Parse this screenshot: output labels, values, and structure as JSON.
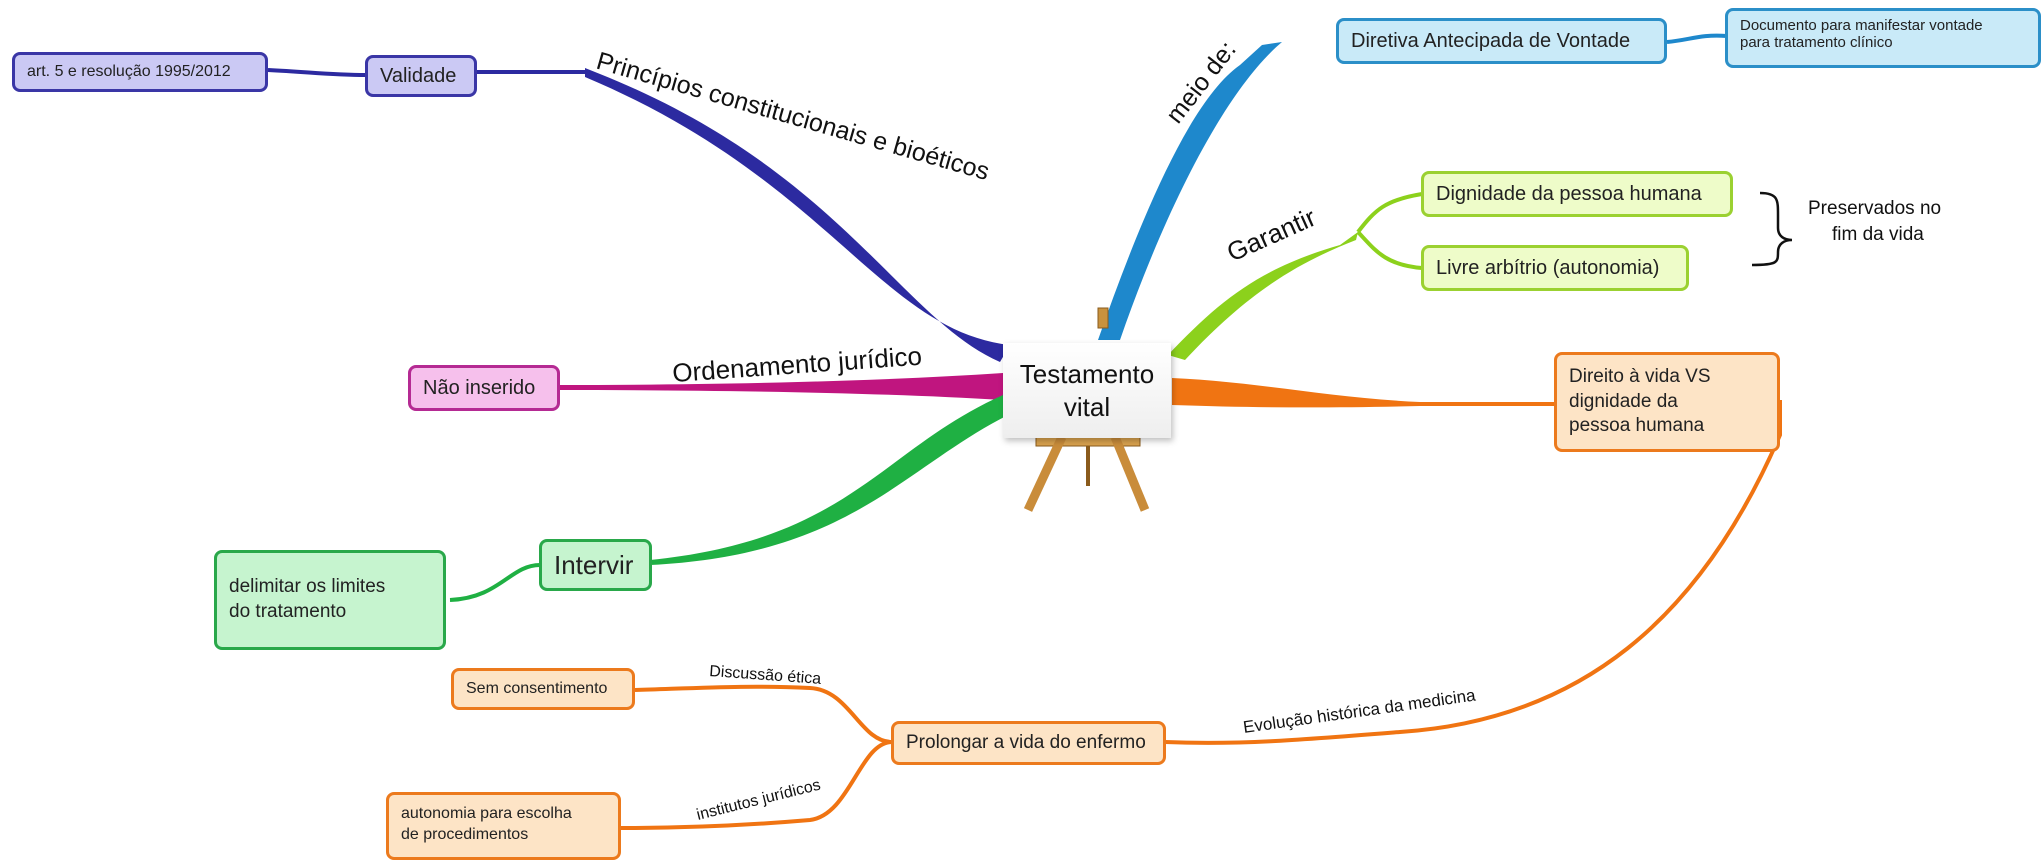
{
  "center": {
    "line1": "Testamento",
    "line2": "vital"
  },
  "branches": {
    "blue": {
      "label": "meio de:",
      "color": "#1e88cc"
    },
    "purple": {
      "label": "Princípios constitucionais e bioéticos",
      "color": "#2c2aa0"
    },
    "magenta": {
      "label": "Ordenamento jurídico",
      "color": "#c0157f"
    },
    "lime": {
      "label": "Garantir",
      "color": "#8cd11c"
    },
    "green": {
      "label": "Intervir",
      "color": "#1fb043"
    },
    "orange": {
      "label": "Evolução histórica da medicina",
      "color": "#f07412"
    }
  },
  "nodes": {
    "diretiva": "Diretiva Antecipada de Vontade",
    "documento_l1": "Documento para manifestar vontade",
    "documento_l2": "para tratamento clínico",
    "validade": "Validade",
    "art5": "art. 5 e resolução 1995/2012",
    "dignidade": "Dignidade da pessoa humana",
    "livre": "Livre arbítrio (autonomia)",
    "preservados_l1": "Preservados no",
    "preservados_l2": "fim da vida",
    "nao_inserido": "Não inserido",
    "direito_l1": "Direito à vida VS",
    "direito_l2": "dignidade da",
    "direito_l3": "pessoa humana",
    "delimitar_l1": "delimitar os limites",
    "delimitar_l2": "do tratamento",
    "prolongar": "Prolongar a vida do enfermo",
    "sem_consent": "Sem consentimento",
    "autonomia_l1": "autonomia para escolha",
    "autonomia_l2": "de procedimentos"
  },
  "edge_labels": {
    "discussao": "Discussão ética",
    "institutos": "institutos jurídicos"
  }
}
